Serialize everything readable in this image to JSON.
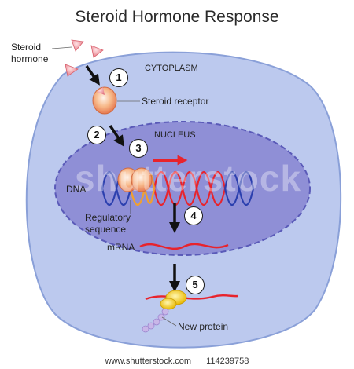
{
  "title": "Steroid Hormone Response",
  "labels": {
    "steroid_hormone_line1": "Steroid",
    "steroid_hormone_line2": "hormone",
    "cytoplasm": "CYTOPLASM",
    "steroid_receptor": "Steroid receptor",
    "nucleus": "NUCLEUS",
    "dna": "DNA",
    "regulatory_line1": "Regulatory",
    "regulatory_line2": "sequence",
    "mrna": "mRNA",
    "new_protein": "New protein"
  },
  "steps": [
    "1",
    "2",
    "3",
    "4",
    "5"
  ],
  "watermark": "shutterstock",
  "footer": {
    "site": "www.shutterstock.com",
    "image_number": "114239758"
  },
  "colors": {
    "cell_fill": "#bcc9ee",
    "cell_stroke": "#8aa0d8",
    "nucleus_fill": "#8f8fd6",
    "nucleus_stroke": "#5a5ab8",
    "hormone": "#f2a0a8",
    "receptor": "#f7b98a",
    "dna_red": "#e8232c",
    "dna_blue": "#2b3fae",
    "regulatory": "#f0a030",
    "mrna": "#e8232c",
    "ribosome": "#f5c800",
    "protein_beads": "#c9b6e8",
    "arrow": "#111111",
    "transcription_arrow": "#e8232c"
  }
}
